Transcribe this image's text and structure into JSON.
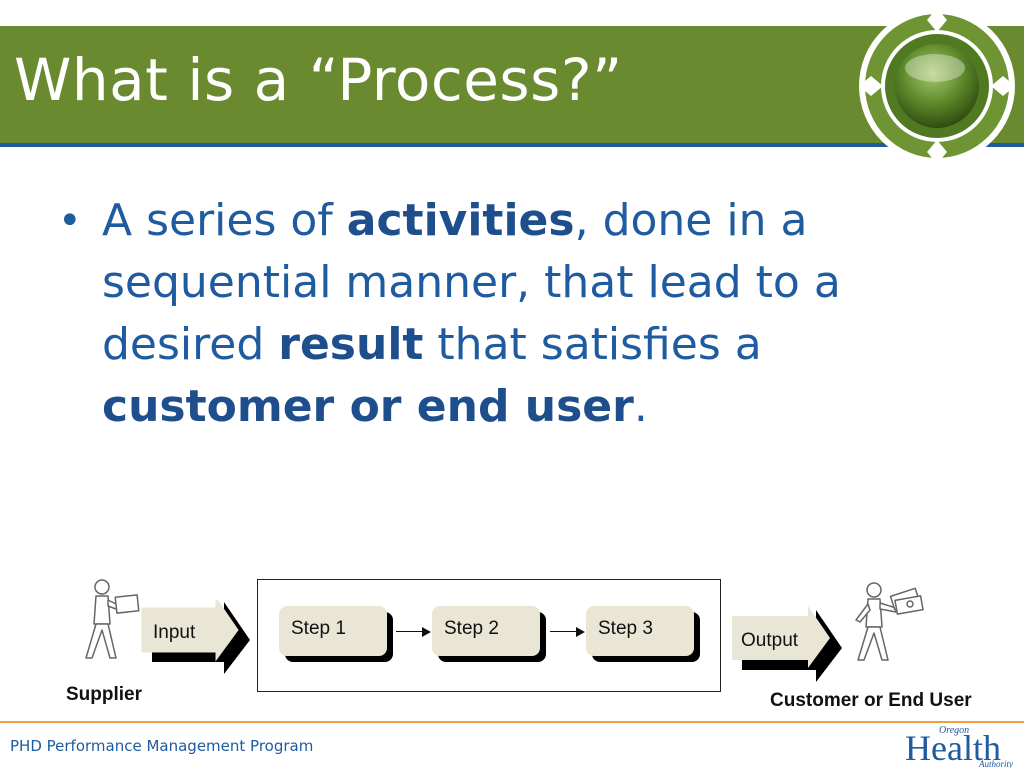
{
  "title": "What is a “Process?”",
  "bullet": {
    "text_1": "A series of ",
    "bold_1": "activities",
    "text_2": ", done in a sequential manner, that lead to a desired ",
    "bold_2": "result",
    "text_3": " that satisfies a ",
    "bold_3": "customer or end user",
    "text_4": "."
  },
  "diagram": {
    "input_label": "Input",
    "output_label": "Output",
    "steps": [
      "Step 1",
      "Step 2",
      "Step 3"
    ],
    "supplier_label": "Supplier",
    "customer_label": "Customer or End User"
  },
  "footer": {
    "program": "PHD Performance Management Program",
    "logo_top": "Oregon",
    "logo_main": "Health",
    "logo_bottom": "Authority"
  },
  "colors": {
    "title_bar": "#6a8a2f",
    "title_underline": "#1f5a9a",
    "body_text": "#1e5ba0",
    "footer_line": "#f0a040",
    "step_fill": "#e9e6d6"
  }
}
